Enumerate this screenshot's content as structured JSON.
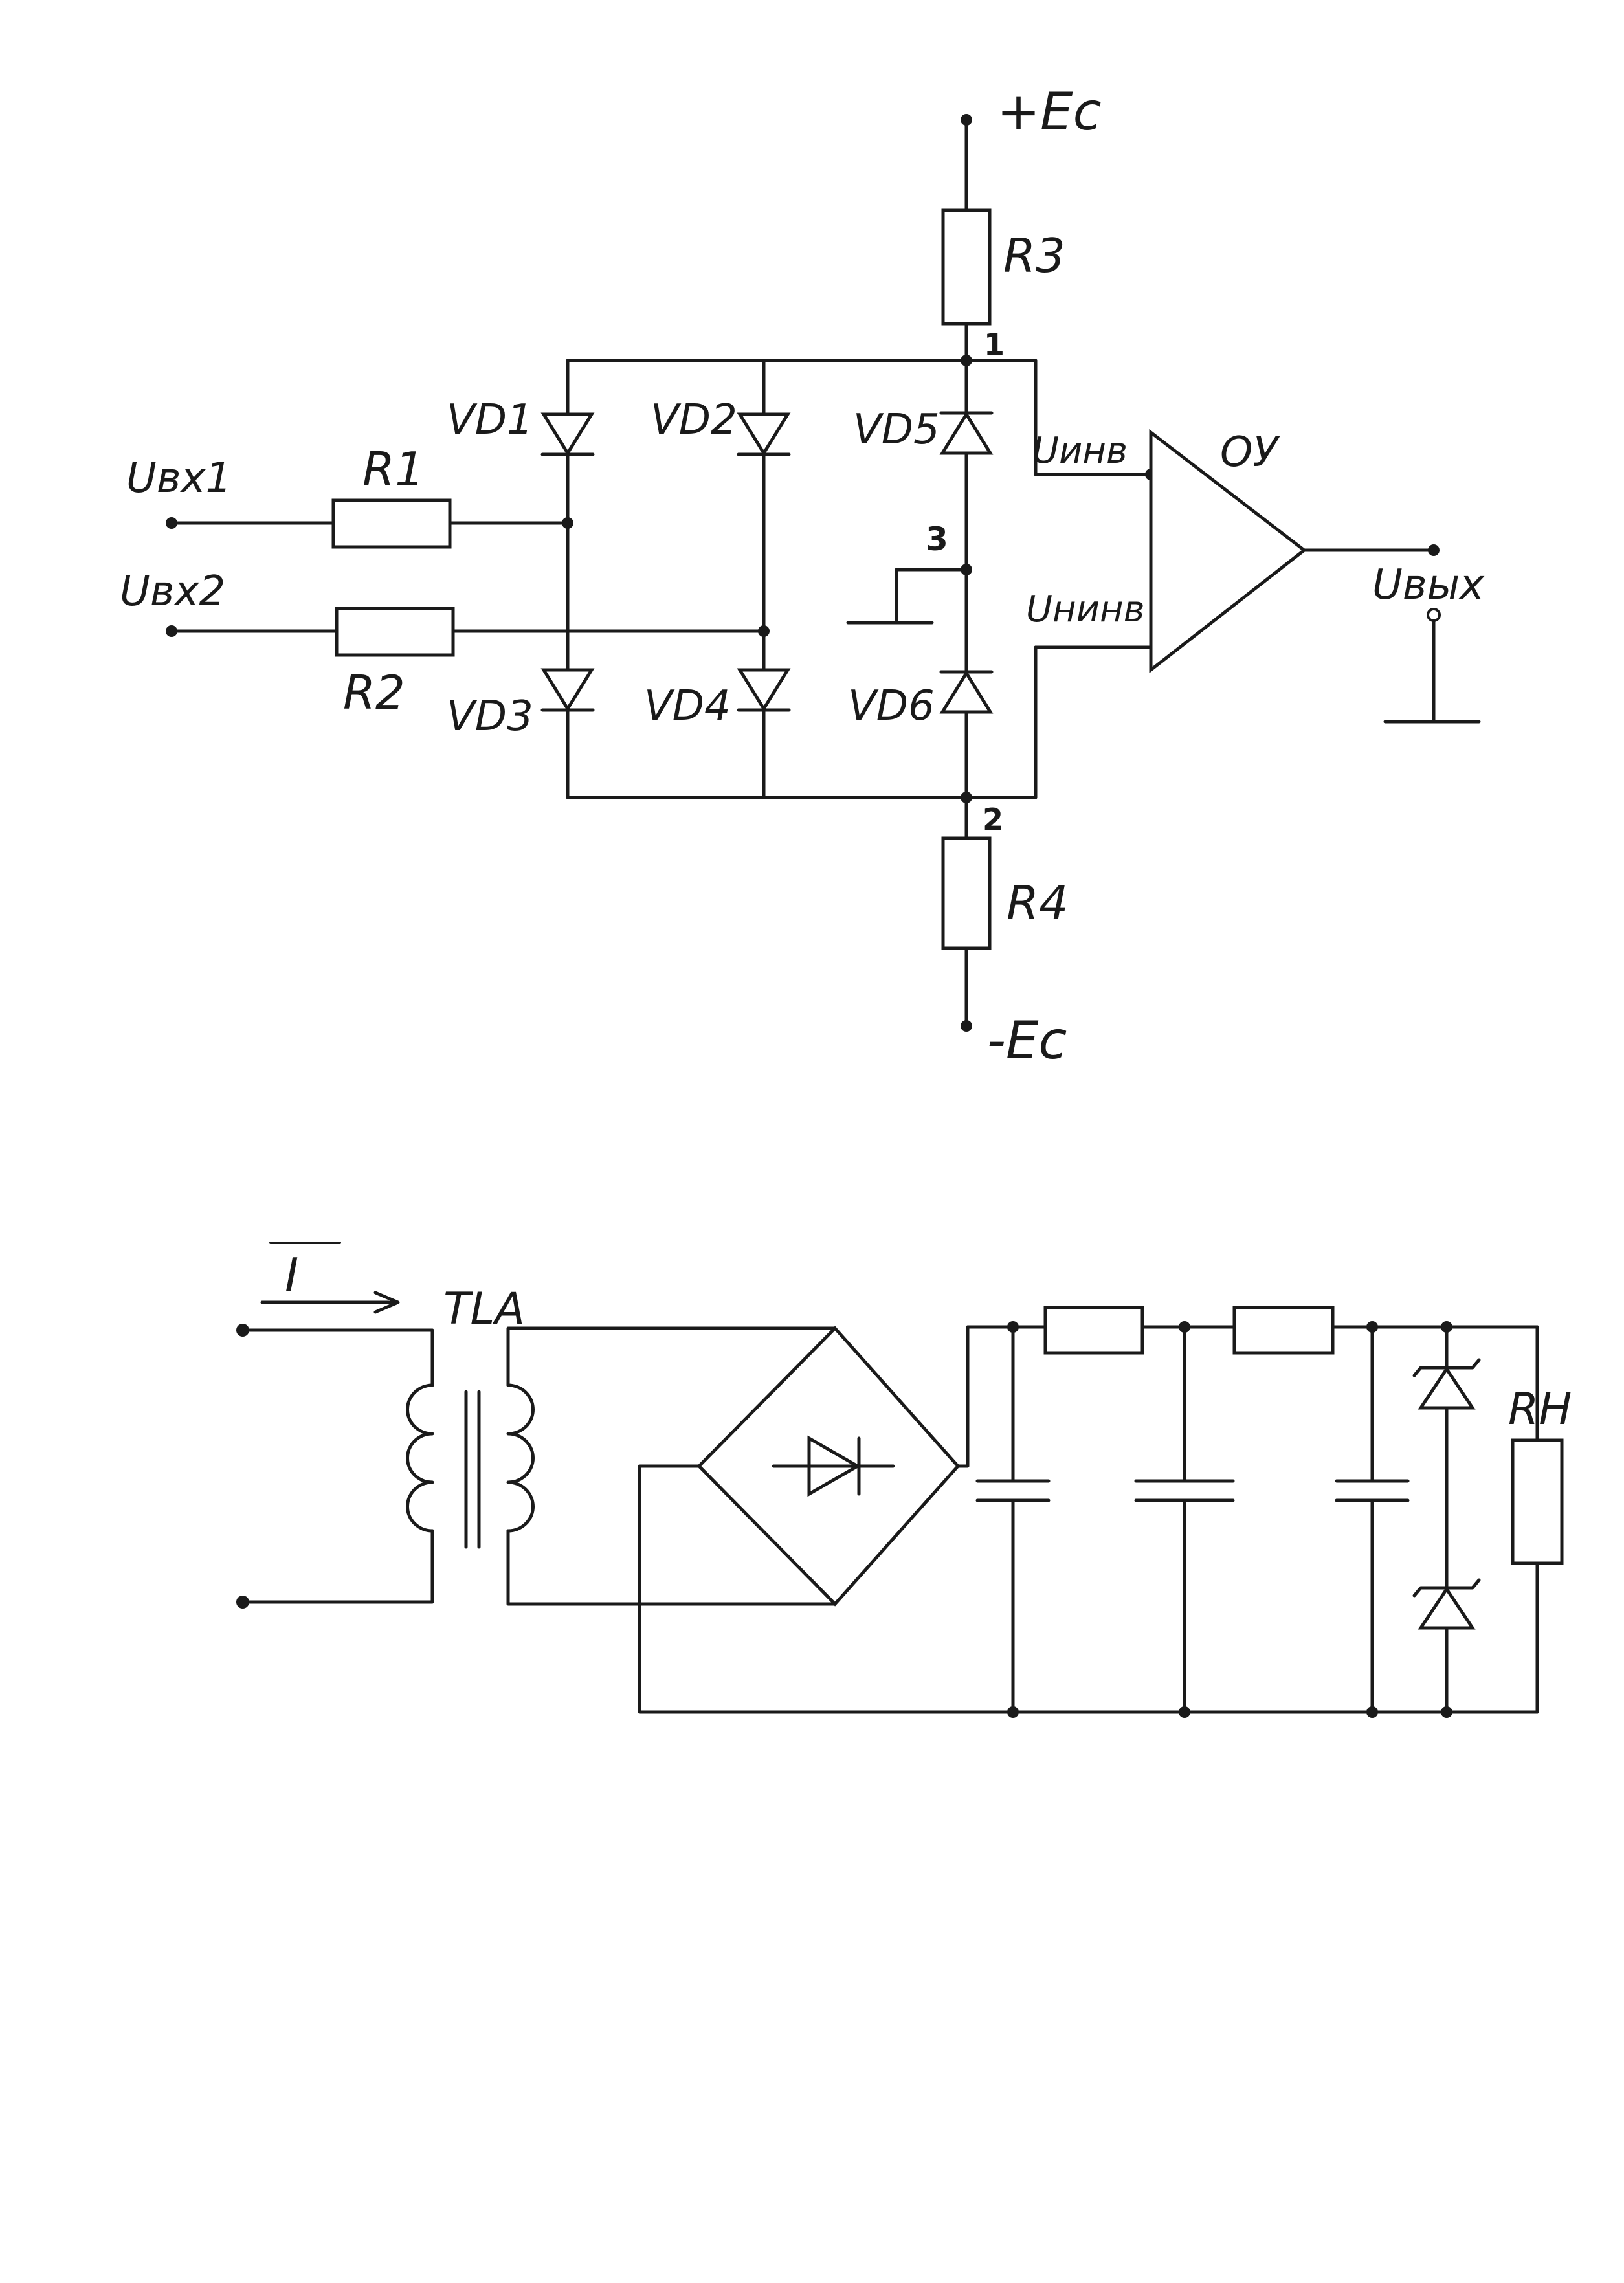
{
  "circuit_1": {
    "supply_pos": "+Ec",
    "supply_neg": "-Ec",
    "r1": "R1",
    "r2": "R2",
    "r3": "R3",
    "r4": "R4",
    "vd1": "VD1",
    "vd2": "VD2",
    "vd3": "VD3",
    "vd4": "VD4",
    "vd5": "VD5",
    "vd6": "VD6",
    "node_1": "1",
    "node_2": "2",
    "node_3": "3",
    "input_1": "Uвх1",
    "input_2": "Uвх2",
    "u_inv": "Uинв",
    "u_noninv": "Uнинв",
    "opamp": "ОУ",
    "output": "Uвых"
  },
  "circuit_2": {
    "current": "I",
    "transformer": "TLA",
    "load": "RH"
  },
  "colors": {
    "ink": "#1a1a1a",
    "paper": "#ffffff"
  }
}
